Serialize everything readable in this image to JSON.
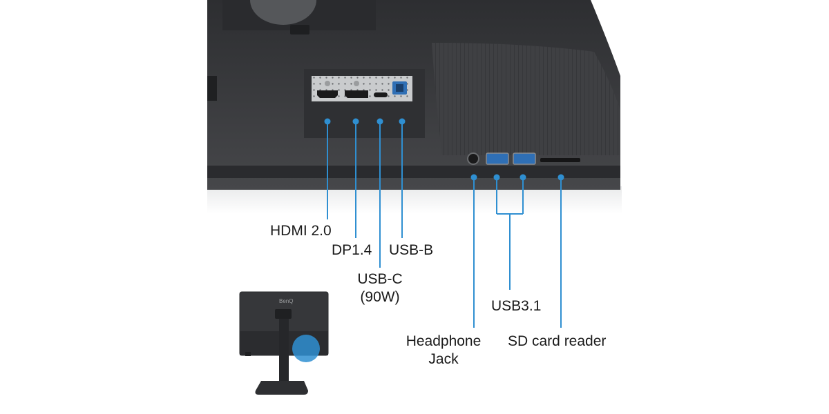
{
  "colors": {
    "accent": "#2f8fd1",
    "monitor_body": "#3b3c3e",
    "monitor_dark": "#26272a",
    "background": "#ffffff"
  },
  "brand": "BenQ",
  "ports_left": [
    {
      "id": "hdmi",
      "label": "HDMI 2.0"
    },
    {
      "id": "dp",
      "label": "DP1.4"
    },
    {
      "id": "usbc",
      "label": "USB-C",
      "sublabel": "(90W)"
    },
    {
      "id": "usbb",
      "label": "USB-B"
    }
  ],
  "ports_right": [
    {
      "id": "headphone",
      "label": "Headphone",
      "sublabel": "Jack"
    },
    {
      "id": "usb31",
      "label": "USB3.1"
    },
    {
      "id": "sd",
      "label": "SD card reader"
    }
  ],
  "thumbnail": {
    "highlight": "port-location"
  }
}
